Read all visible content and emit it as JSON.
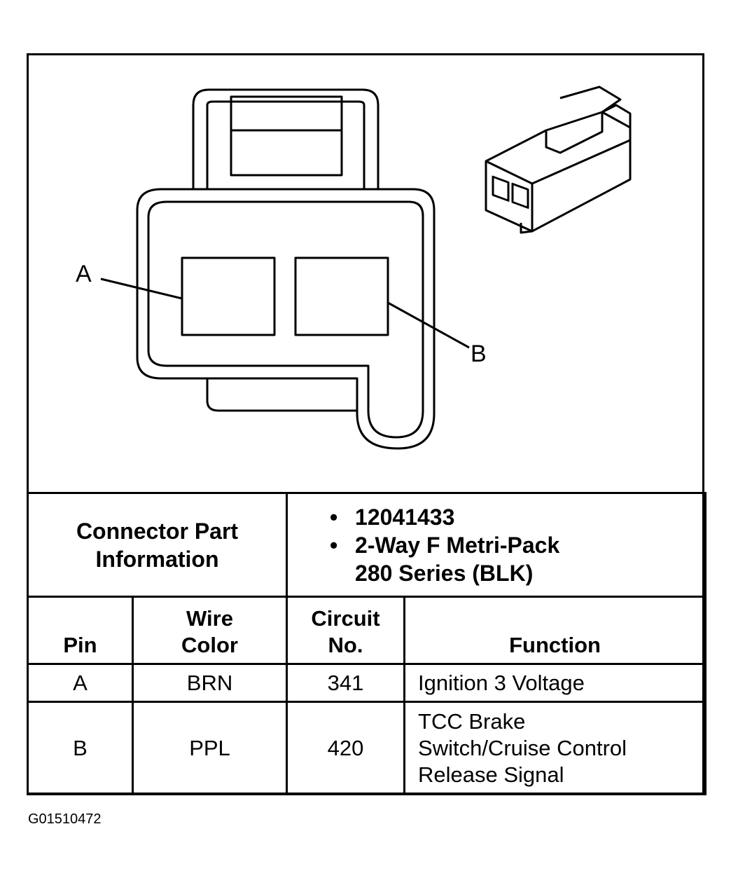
{
  "diagram": {
    "pin_labels": [
      "A",
      "B"
    ]
  },
  "connector_info": {
    "label_line1": "Connector Part",
    "label_line2": "Information",
    "part_number": "12041433",
    "description_line1": "2-Way F Metri-Pack",
    "description_line2": "280 Series (BLK)"
  },
  "pin_table": {
    "headers": {
      "pin": "Pin",
      "wire_color_line1": "Wire",
      "wire_color_line2": "Color",
      "circuit_line1": "Circuit",
      "circuit_line2": "No.",
      "function": "Function"
    },
    "rows": [
      {
        "pin": "A",
        "wire_color": "BRN",
        "circuit": "341",
        "function_lines": [
          "Ignition 3 Voltage"
        ]
      },
      {
        "pin": "B",
        "wire_color": "PPL",
        "circuit": "420",
        "function_lines": [
          "TCC Brake",
          "Switch/Cruise Control",
          "Release Signal"
        ]
      }
    ]
  },
  "caption": "G01510472"
}
